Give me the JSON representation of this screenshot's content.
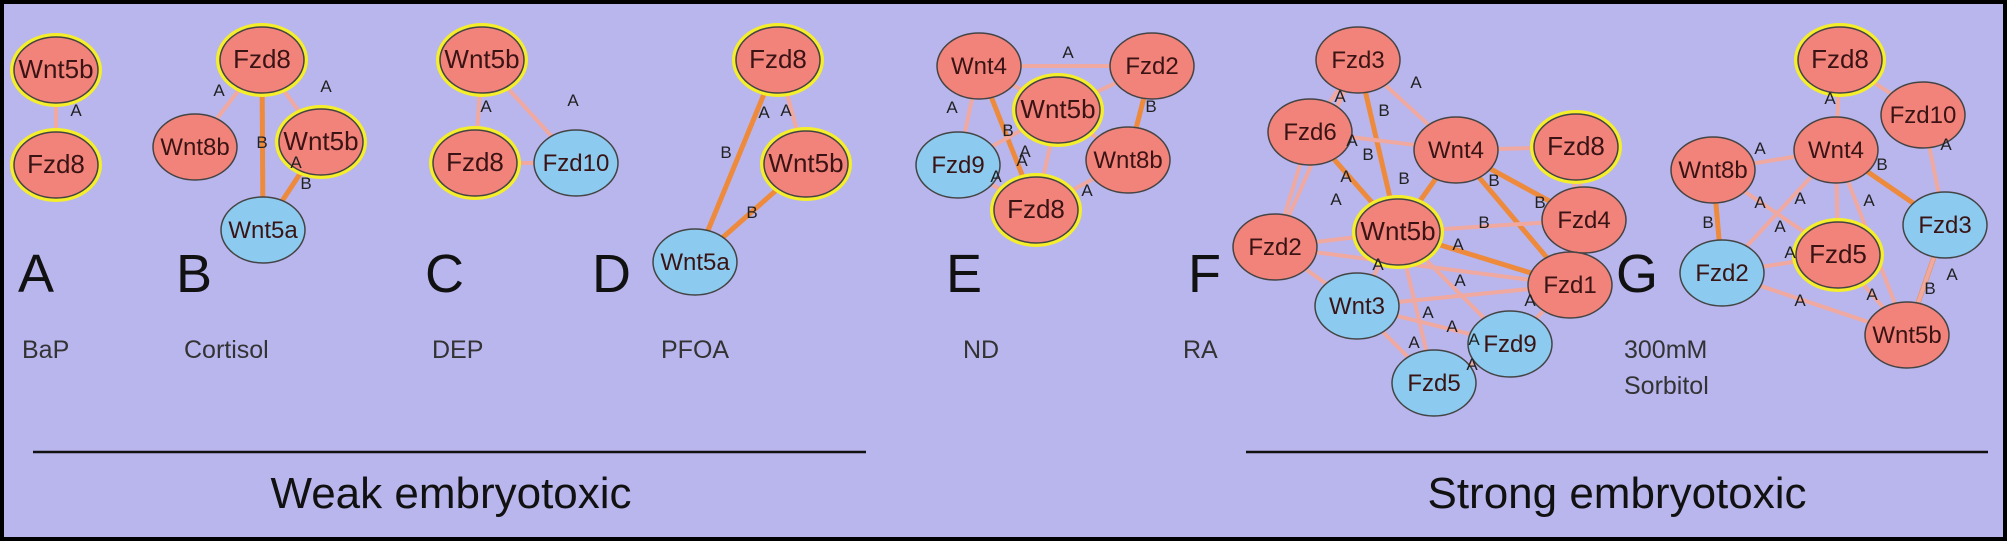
{
  "colors": {
    "background": "#b9b6ee",
    "border": "#000000",
    "red_node": "#f2837b",
    "blue_node": "#8ccaef",
    "highlight": "#f5ee2a",
    "edge_A": "#f0a9a0",
    "edge_B": "#ee8a3c",
    "node_stroke": "#444444"
  },
  "groups": [
    {
      "label": "Weak embryotoxic"
    },
    {
      "label": "Strong embryotoxic"
    }
  ],
  "panels": [
    {
      "letter": "A",
      "condition": [
        "BaP"
      ],
      "nodes": [
        {
          "id": "Wnt5b",
          "label": "Wnt5b",
          "color": "red",
          "highlight": true
        },
        {
          "id": "Fzd8",
          "label": "Fzd8",
          "color": "red",
          "highlight": true
        }
      ],
      "edges": [
        {
          "from": "Wnt5b",
          "to": "Fzd8",
          "type": "A",
          "label": "A"
        }
      ]
    },
    {
      "letter": "B",
      "condition": [
        "Cortisol"
      ],
      "nodes": [
        {
          "id": "Fzd8",
          "label": "Fzd8",
          "color": "red",
          "highlight": true
        },
        {
          "id": "Wnt8b",
          "label": "Wnt8b",
          "color": "red",
          "highlight": false
        },
        {
          "id": "Wnt5b",
          "label": "Wnt5b",
          "color": "red",
          "highlight": true
        },
        {
          "id": "Wnt5a",
          "label": "Wnt5a",
          "color": "blue",
          "highlight": false
        }
      ],
      "edges": [
        {
          "from": "Fzd8",
          "to": "Wnt8b",
          "type": "A",
          "label": "A"
        },
        {
          "from": "Fzd8",
          "to": "Wnt5b",
          "type": "A",
          "label": "A"
        },
        {
          "from": "Fzd8",
          "to": "Wnt5a",
          "type": "B",
          "label": "B"
        },
        {
          "from": "Wnt5b",
          "to": "Wnt5a",
          "type": "A",
          "label": "A"
        },
        {
          "from": "Wnt5b",
          "to": "Wnt5a",
          "type": "B",
          "label": "B"
        }
      ]
    },
    {
      "letter": "C",
      "condition": [
        "DEP"
      ],
      "nodes": [
        {
          "id": "Wnt5b",
          "label": "Wnt5b",
          "color": "red",
          "highlight": true
        },
        {
          "id": "Fzd8",
          "label": "Fzd8",
          "color": "red",
          "highlight": true
        },
        {
          "id": "Fzd10",
          "label": "Fzd10",
          "color": "blue",
          "highlight": false
        }
      ],
      "edges": [
        {
          "from": "Wnt5b",
          "to": "Fzd8",
          "type": "A",
          "label": "A"
        },
        {
          "from": "Wnt5b",
          "to": "Fzd10",
          "type": "A",
          "label": "A"
        },
        {
          "from": "Fzd8",
          "to": "Fzd10",
          "type": "A",
          "label": ""
        }
      ]
    },
    {
      "letter": "D",
      "condition": [
        "PFOA"
      ],
      "nodes": [
        {
          "id": "Fzd8",
          "label": "Fzd8",
          "color": "red",
          "highlight": true
        },
        {
          "id": "Wnt5b",
          "label": "Wnt5b",
          "color": "red",
          "highlight": true
        },
        {
          "id": "Wnt5a",
          "label": "Wnt5a",
          "color": "blue",
          "highlight": false
        }
      ],
      "edges": [
        {
          "from": "Fzd8",
          "to": "Wnt5b",
          "type": "A",
          "label": "A"
        },
        {
          "from": "Fzd8",
          "to": "Wnt5b",
          "type": "A",
          "label": "A"
        },
        {
          "from": "Fzd8",
          "to": "Wnt5a",
          "type": "B",
          "label": "B"
        },
        {
          "from": "Wnt5b",
          "to": "Wnt5a",
          "type": "B",
          "label": "B"
        }
      ]
    },
    {
      "letter": "E",
      "condition": [
        "ND"
      ],
      "nodes": [
        {
          "id": "Wnt4",
          "label": "Wnt4",
          "color": "red",
          "highlight": false
        },
        {
          "id": "Fzd2",
          "label": "Fzd2",
          "color": "red",
          "highlight": false
        },
        {
          "id": "Wnt5b",
          "label": "Wnt5b",
          "color": "red",
          "highlight": true
        },
        {
          "id": "Fzd9",
          "label": "Fzd9",
          "color": "blue",
          "highlight": false
        },
        {
          "id": "Wnt8b",
          "label": "Wnt8b",
          "color": "red",
          "highlight": false
        },
        {
          "id": "Fzd8",
          "label": "Fzd8",
          "color": "red",
          "highlight": true
        }
      ],
      "edges": [
        {
          "from": "Wnt4",
          "to": "Fzd2",
          "type": "A",
          "label": "A"
        },
        {
          "from": "Wnt4",
          "to": "Wnt5b",
          "type": "A",
          "label": ""
        },
        {
          "from": "Wnt4",
          "to": "Fzd9",
          "type": "A",
          "label": "A"
        },
        {
          "from": "Wnt4",
          "to": "Fzd8",
          "type": "B",
          "label": "B"
        },
        {
          "from": "Fzd2",
          "to": "Wnt8b",
          "type": "B",
          "label": "B"
        },
        {
          "from": "Wnt5b",
          "to": "Fzd9",
          "type": "A",
          "label": "A"
        },
        {
          "from": "Wnt5b",
          "to": "Wnt8b",
          "type": "A",
          "label": ""
        },
        {
          "from": "Wnt5b",
          "to": "Fzd8",
          "type": "A",
          "label": "A"
        },
        {
          "from": "Fzd9",
          "to": "Fzd8",
          "type": "A",
          "label": "A"
        },
        {
          "from": "Fzd8",
          "to": "Wnt8b",
          "type": "A",
          "label": "A"
        },
        {
          "from": "Fzd2",
          "to": "Wnt5b",
          "type": "A",
          "label": ""
        }
      ]
    },
    {
      "letter": "F",
      "condition": [
        "RA"
      ],
      "nodes": [
        {
          "id": "Fzd3",
          "label": "Fzd3",
          "color": "red",
          "highlight": false
        },
        {
          "id": "Fzd6",
          "label": "Fzd6",
          "color": "red",
          "highlight": false
        },
        {
          "id": "Wnt4",
          "label": "Wnt4",
          "color": "red",
          "highlight": false
        },
        {
          "id": "Fzd8",
          "label": "Fzd8",
          "color": "red",
          "highlight": true
        },
        {
          "id": "Wnt5b",
          "label": "Wnt5b",
          "color": "red",
          "highlight": true
        },
        {
          "id": "Fzd4",
          "label": "Fzd4",
          "color": "red",
          "highlight": false
        },
        {
          "id": "Fzd2",
          "label": "Fzd2",
          "color": "red",
          "highlight": false
        },
        {
          "id": "Fzd1",
          "label": "Fzd1",
          "color": "red",
          "highlight": false
        },
        {
          "id": "Wnt3",
          "label": "Wnt3",
          "color": "blue",
          "highlight": false
        },
        {
          "id": "Fzd9",
          "label": "Fzd9",
          "color": "blue",
          "highlight": false
        },
        {
          "id": "Fzd5",
          "label": "Fzd5",
          "color": "blue",
          "highlight": false
        }
      ],
      "edges": [
        {
          "from": "Fzd3",
          "to": "Wnt4",
          "type": "A",
          "label": "A"
        },
        {
          "from": "Fzd3",
          "to": "Fzd6",
          "type": "A",
          "label": "A"
        },
        {
          "from": "Fzd3",
          "to": "Wnt5b",
          "type": "B",
          "label": "B"
        },
        {
          "from": "Fzd6",
          "to": "Wnt4",
          "type": "A",
          "label": "A"
        },
        {
          "from": "Fzd6",
          "to": "Wnt5b",
          "type": "B",
          "label": "B"
        },
        {
          "from": "Wnt4",
          "to": "Wnt5b",
          "type": "B",
          "label": "B"
        },
        {
          "from": "Wnt4",
          "to": "Fzd4",
          "type": "B",
          "label": "B"
        },
        {
          "from": "Wnt4",
          "to": "Fzd1",
          "type": "B",
          "label": "B"
        },
        {
          "from": "Wnt4",
          "to": "Fzd8",
          "type": "A",
          "label": ""
        },
        {
          "from": "Wnt5b",
          "to": "Fzd1",
          "type": "B",
          "label": "B"
        },
        {
          "from": "Wnt5b",
          "to": "Fzd2",
          "type": "A",
          "label": "A"
        },
        {
          "from": "Wnt5b",
          "to": "Wnt3",
          "type": "A",
          "label": "A"
        },
        {
          "from": "Wnt5b",
          "to": "Fzd9",
          "type": "A",
          "label": "A"
        },
        {
          "from": "Wnt5b",
          "to": "Fzd5",
          "type": "A",
          "label": "A"
        },
        {
          "from": "Wnt5b",
          "to": "Fzd4",
          "type": "A",
          "label": "A"
        },
        {
          "from": "Fzd2",
          "to": "Wnt3",
          "type": "A",
          "label": ""
        },
        {
          "from": "Fzd2",
          "to": "Fzd1",
          "type": "A",
          "label": ""
        },
        {
          "from": "Fzd2",
          "to": "Fzd3",
          "type": "A",
          "label": ""
        },
        {
          "from": "Wnt3",
          "to": "Fzd1",
          "type": "A",
          "label": "A"
        },
        {
          "from": "Wnt3",
          "to": "Fzd5",
          "type": "A",
          "label": "A"
        },
        {
          "from": "Wnt3",
          "to": "Fzd9",
          "type": "A",
          "label": "A"
        },
        {
          "from": "Fzd5",
          "to": "Fzd9",
          "type": "A",
          "label": "A"
        },
        {
          "from": "Fzd1",
          "to": "Fzd9",
          "type": "A",
          "label": "A"
        },
        {
          "from": "Fzd8",
          "to": "Fzd4",
          "type": "A",
          "label": ""
        },
        {
          "from": "Fzd8",
          "to": "Fzd1",
          "type": "A",
          "label": ""
        },
        {
          "from": "Fzd6",
          "to": "Fzd2",
          "type": "A",
          "label": "A"
        }
      ]
    },
    {
      "letter": "G",
      "condition": [
        "300mM",
        "Sorbitol"
      ],
      "nodes": [
        {
          "id": "Fzd8",
          "label": "Fzd8",
          "color": "red",
          "highlight": true
        },
        {
          "id": "Fzd10",
          "label": "Fzd10",
          "color": "red",
          "highlight": false
        },
        {
          "id": "Wnt8b",
          "label": "Wnt8b",
          "color": "red",
          "highlight": false
        },
        {
          "id": "Wnt4",
          "label": "Wnt4",
          "color": "red",
          "highlight": false
        },
        {
          "id": "Fzd3",
          "label": "Fzd3",
          "color": "blue",
          "highlight": false
        },
        {
          "id": "Fzd2",
          "label": "Fzd2",
          "color": "blue",
          "highlight": false
        },
        {
          "id": "Fzd5",
          "label": "Fzd5",
          "color": "red",
          "highlight": true
        },
        {
          "id": "Wnt5b",
          "label": "Wnt5b",
          "color": "red",
          "highlight": false
        }
      ],
      "edges": [
        {
          "from": "Fzd8",
          "to": "Wnt4",
          "type": "A",
          "label": "A"
        },
        {
          "from": "Fzd8",
          "to": "Fzd10",
          "type": "A",
          "label": ""
        },
        {
          "from": "Wnt8b",
          "to": "Wnt4",
          "type": "A",
          "label": "A"
        },
        {
          "from": "Wnt8b",
          "to": "Fzd2",
          "type": "B",
          "label": "B"
        },
        {
          "from": "Wnt4",
          "to": "Fzd3",
          "type": "B",
          "label": "B"
        },
        {
          "from": "Wnt4",
          "to": "Fzd2",
          "type": "A",
          "label": "A"
        },
        {
          "from": "Wnt4",
          "to": "Fzd5",
          "type": "A",
          "label": "A"
        },
        {
          "from": "Wnt4",
          "to": "Wnt5b",
          "type": "A",
          "label": "A"
        },
        {
          "from": "Fzd10",
          "to": "Fzd3",
          "type": "A",
          "label": "A"
        },
        {
          "from": "Fzd3",
          "to": "Wnt5b",
          "type": "B",
          "label": "B"
        },
        {
          "from": "Fzd3",
          "to": "Wnt5b",
          "type": "A",
          "label": "A"
        },
        {
          "from": "Fzd2",
          "to": "Fzd5",
          "type": "A",
          "label": "A"
        },
        {
          "from": "Fzd2",
          "to": "Wnt5b",
          "type": "A",
          "label": "A"
        },
        {
          "from": "Fzd5",
          "to": "Wnt5b",
          "type": "A",
          "label": "A"
        },
        {
          "from": "Wnt8b",
          "to": "Fzd5",
          "type": "A",
          "label": "A"
        }
      ]
    }
  ]
}
